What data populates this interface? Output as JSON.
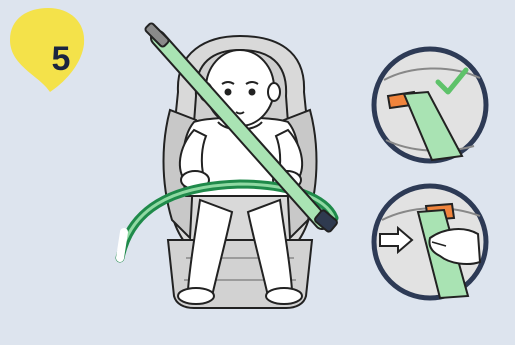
{
  "step": {
    "number": "5"
  },
  "colors": {
    "background": "#dde4ee",
    "badge_yellow": "#f4e24a",
    "badge_text": "#1b2540",
    "belt_light_green": "#a9e3b3",
    "belt_dark_green": "#1f8a4a",
    "check_green": "#5ec26a",
    "detail_circle_border": "#2d3a55",
    "orange_clip": "#f0843c"
  },
  "icons": {
    "check": "check-icon",
    "push_arrow": "arrow-right-icon",
    "hand": "hand-icon"
  },
  "scene": {
    "main": "child-in-car-seat-with-belt",
    "detail_top": "belt-locked-in-guide",
    "detail_bottom": "pushing-belt-into-guide"
  }
}
